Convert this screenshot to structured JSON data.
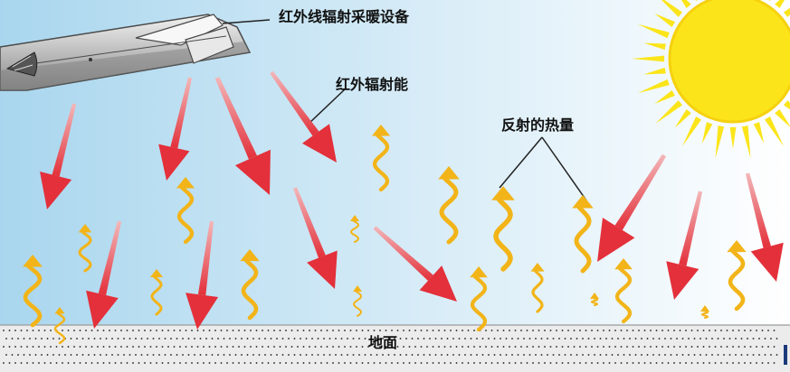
{
  "labels": {
    "device": "红外线辐射采暖设备",
    "radiant_energy": "红外辐射能",
    "reflected_heat": "反射的热量",
    "ground": "地面"
  },
  "colors": {
    "sky_left": "#a9d6ee",
    "sky_right": "#ffffff",
    "infrared_arrow": "#e3303a",
    "heat_wave": "#f2b418",
    "sun": "#fbe51a",
    "ground": "#ececec",
    "ground_dots": "#1a1a1a"
  },
  "icons": {
    "heater": "infrared-heater-icon",
    "sun": "sun-icon"
  }
}
